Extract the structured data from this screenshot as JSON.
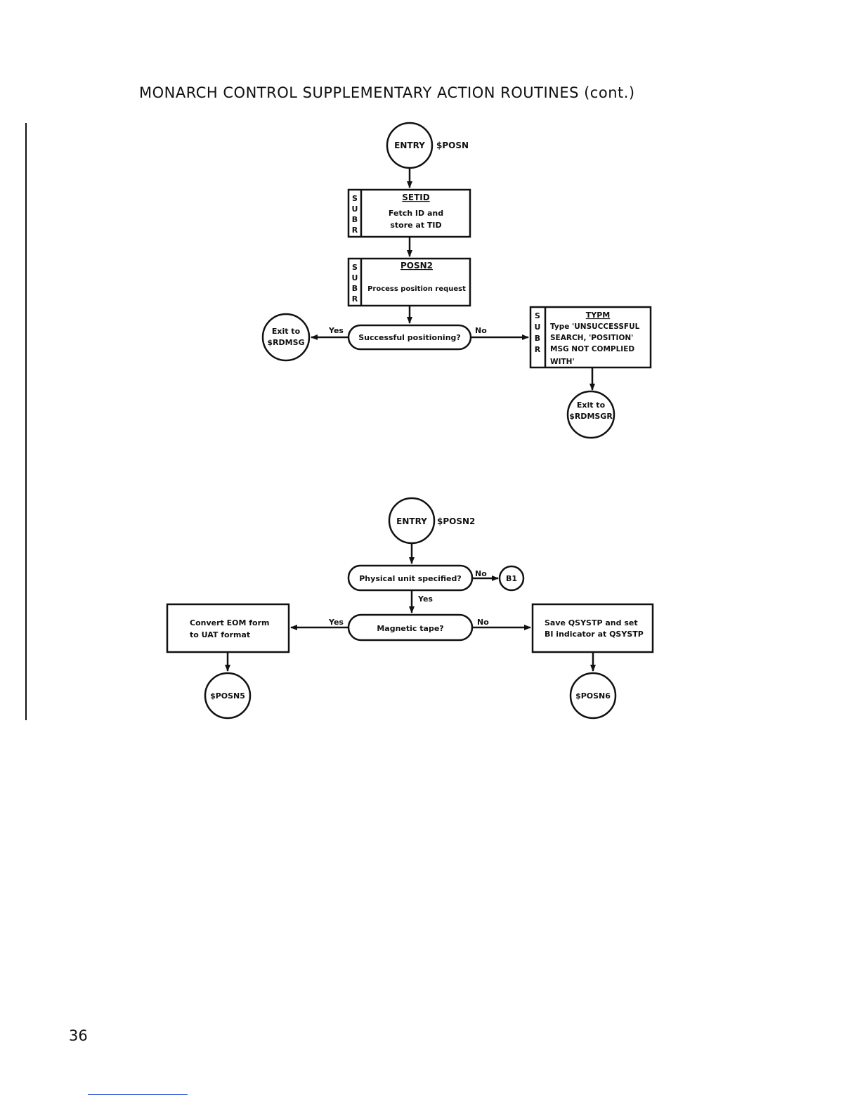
{
  "page": {
    "title": "MONARCH CONTROL SUPPLEMENTARY ACTION ROUTINES (cont.)",
    "page_number": "36"
  },
  "flow1": {
    "entry_label": "ENTRY",
    "entry_name": "$POSN",
    "setid": {
      "sub_letters": [
        "S",
        "U",
        "B",
        "R"
      ],
      "title": "SETID",
      "line1": "Fetch ID and",
      "line2": "store at TID"
    },
    "posn2": {
      "sub_letters": [
        "S",
        "U",
        "B",
        "R"
      ],
      "title": "POSN2",
      "line1": "Process position request"
    },
    "decision": "Successful positioning?",
    "yes_label": "Yes",
    "no_label": "No",
    "exit_left": {
      "line1": "Exit to",
      "line2": "$RDMSG"
    },
    "typm": {
      "sub_letters": [
        "S",
        "U",
        "B",
        "R"
      ],
      "title": "TYPM",
      "lines": [
        "Type 'UNSUCCESSFUL",
        "SEARCH, 'POSITION'",
        "MSG NOT COMPLIED",
        "WITH'"
      ]
    },
    "exit_right": {
      "line1": "Exit to",
      "line2": "$RDMSGR"
    }
  },
  "flow2": {
    "entry_label": "ENTRY",
    "entry_name": "$POSN2",
    "decision1": "Physical unit specified?",
    "d1_no": "No",
    "d1_yes": "Yes",
    "connector": "B1",
    "decision2": "Magnetic tape?",
    "d2_yes": "Yes",
    "d2_no": "No",
    "left_box": {
      "line1": "Convert EOM form",
      "line2": "to UAT format"
    },
    "right_box": {
      "line1": "Save QSYSTP and set",
      "line2": "BI indicator at QSYSTP"
    },
    "exit_left": "$POSN5",
    "exit_right": "$POSN6"
  }
}
